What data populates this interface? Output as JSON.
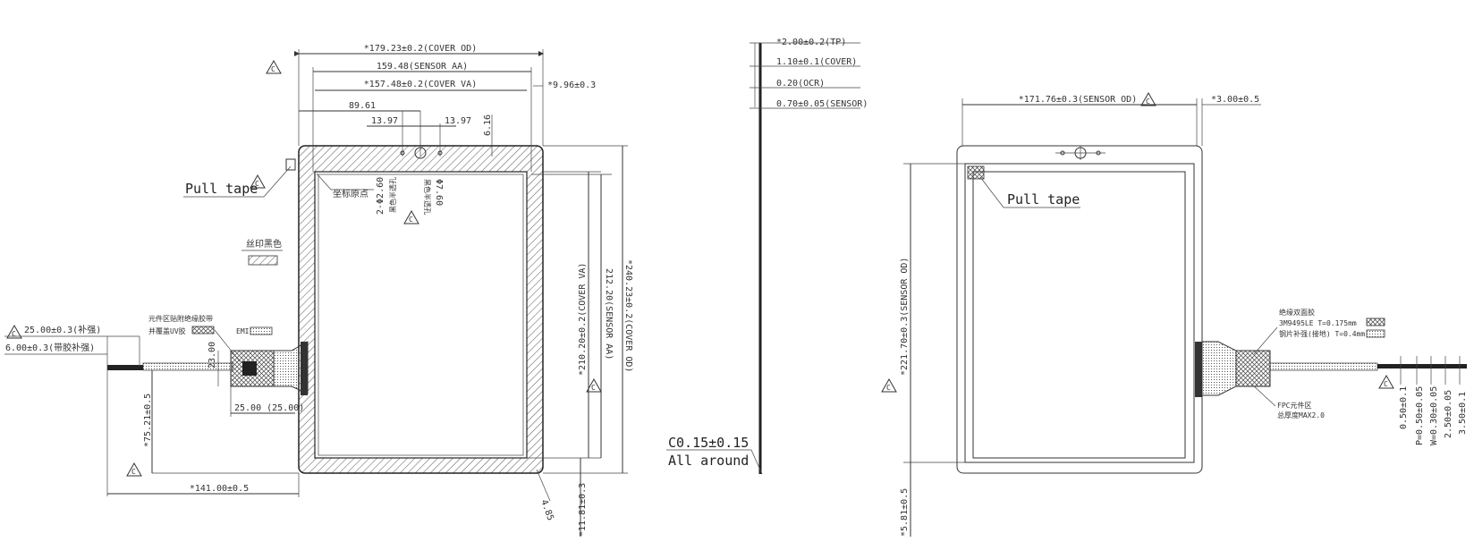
{
  "front_view": {
    "cover_od_width": "*179.23±0.2(COVER OD)",
    "sensor_aa_width": "159.48(SENSOR AA)",
    "cover_va_width": "*157.48±0.2(COVER VA)",
    "right_margin": "*9.96±0.3",
    "dim_89_61": "89.61",
    "dim_13_97_left": "13.97",
    "dim_13_97_right": "13.97",
    "dim_6_16": "6.16",
    "hole_small": "2-Φ2.60",
    "hole_small_note": "黑色半透孔",
    "hole_large": "Φ7.60",
    "hole_large_note": "黑色半透孔",
    "origin_label": "坐标原点",
    "pull_tape": "Pull tape",
    "silkscreen_label": "丝印黑色",
    "component_note_1": "元件区贴附绝缘胶带",
    "component_note_2": "并覆盖UV胶",
    "emi_label": "EMI",
    "stiffener_length": "25.00±0.3(补强)",
    "adhesive_stiffener": "6.00±0.3(带胶补强)",
    "fpc_height": "23.00",
    "fpc_width": "25.00 (25.00)",
    "fpc_offset": "*75.21±0.5",
    "fpc_length": "*141.00±0.5",
    "cover_va_height": "*210.20±0.2(COVER VA)",
    "sensor_aa_height": "212.20(SENSOR AA)",
    "cover_od_height": "*240.23±0.2(COVER OD)",
    "corner_r": "4.85",
    "bottom_margin": "*11.81±0.3",
    "c_mark": "C"
  },
  "side_view": {
    "tp_thickness": "*2.00±0.2(TP)",
    "cover_thickness": "1.10±0.1(COVER)",
    "ocr_thickness": "0.20(OCR)",
    "sensor_thickness": "0.70±0.05(SENSOR)",
    "chamfer": "C0.15±0.15",
    "chamfer_note": "All around"
  },
  "back_view": {
    "sensor_od_width": "*171.76±0.3(SENSOR OD)",
    "right_margin": "*3.00±0.5",
    "pull_tape": "Pull tape",
    "sensor_od_height": "*221.70±0.3(SENSOR OD)",
    "bottom_margin": "*5.81±0.5",
    "insulation_tape": "绝缘双面胶",
    "tape_spec": "3M9495LE T=0.175mm",
    "steel_stiffener": "钢片补强(接地) T=0.4mm",
    "fpc_component": "FPC元件区",
    "total_thickness": "总厚度MAX2.0",
    "pin_dims": [
      "0.50±0.1",
      "P=0.50±0.05",
      "W=0.30±0.05",
      "2.50±0.05",
      "3.50±0.1"
    ]
  }
}
